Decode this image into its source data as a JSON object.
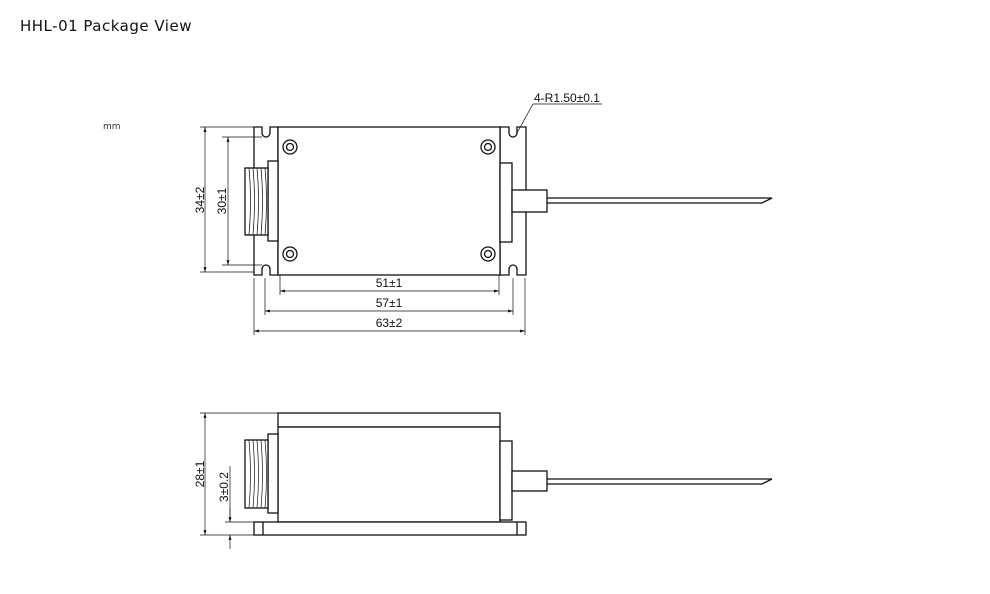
{
  "title": "HHL-01 Package View",
  "unit": "mm",
  "top_view": {
    "dim_height_outer": "34±2",
    "dim_height_inner": "30±1",
    "dim_width_body": "51±1",
    "dim_width_holes": "57±1",
    "dim_width_overall": "63±2",
    "hole_note": "4-R1.50±0.1"
  },
  "side_view": {
    "dim_height_overall": "28±1",
    "dim_base_thickness": "3±0.2"
  }
}
